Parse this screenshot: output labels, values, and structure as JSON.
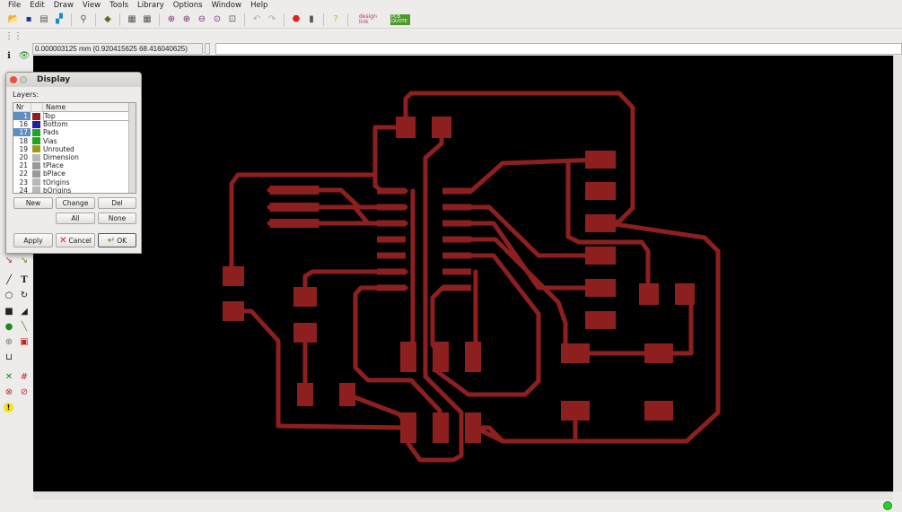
{
  "menu": [
    "File",
    "Edit",
    "Draw",
    "View",
    "Tools",
    "Library",
    "Options",
    "Window",
    "Help"
  ],
  "toolbar": [
    "open-icon",
    "save-icon",
    "print-icon",
    "cam-icon",
    "script-icon",
    "board-icon",
    "layer-icon",
    "display-icon",
    "zoom-fit-icon",
    "zoom-in-icon",
    "zoom-out-icon",
    "zoom-redraw-icon",
    "zoom-select-icon",
    "undo-icon",
    "redo-icon",
    "stop-icon",
    "go-icon",
    "help-icon"
  ],
  "toolbar_logos": {
    "designlink": "design link",
    "pcbquote": "PCB QUOTE"
  },
  "coordinate_readout": "0.000003125 mm (0.920415625 68.416040625)",
  "command_input": "",
  "dialog": {
    "title": "Display",
    "layers_label": "Layers:",
    "col_nr": "Nr",
    "col_name": "Name",
    "layers": [
      {
        "nr": "1",
        "name": "Top",
        "color": "#9b1c1c",
        "selected": true
      },
      {
        "nr": "16",
        "name": "Bottom",
        "color": "#1f1f9e",
        "selected": false
      },
      {
        "nr": "17",
        "name": "Pads",
        "color": "#23a323",
        "selected": true
      },
      {
        "nr": "18",
        "name": "Vias",
        "color": "#23a323",
        "selected": false
      },
      {
        "nr": "19",
        "name": "Unrouted",
        "color": "#9c9a1c",
        "selected": false
      },
      {
        "nr": "20",
        "name": "Dimension",
        "color": "#b8b8b8",
        "selected": false
      },
      {
        "nr": "21",
        "name": "tPlace",
        "color": "#999999",
        "selected": false
      },
      {
        "nr": "22",
        "name": "bPlace",
        "color": "#999999",
        "selected": false
      },
      {
        "nr": "23",
        "name": "tOrigins",
        "color": "#b8b8b8",
        "selected": false
      },
      {
        "nr": "24",
        "name": "bOrigins",
        "color": "#b8b8b8",
        "selected": false
      }
    ],
    "buttons": {
      "new": "New",
      "change": "Change",
      "del": "Del",
      "all": "All",
      "none": "None",
      "apply": "Apply",
      "cancel": "Cancel",
      "ok": "OK"
    }
  },
  "colors": {
    "copper": "#8e1f1f",
    "canvas": "#000000"
  }
}
